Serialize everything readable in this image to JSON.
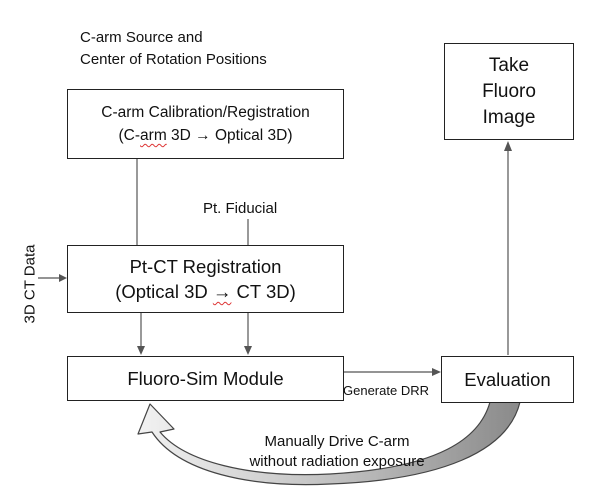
{
  "source_label": {
    "line1": "C-arm Source and",
    "line2": "Center of Rotation Positions"
  },
  "calibration_box": {
    "line1": "C-arm Calibration/Registration",
    "line2_pre": "(C-",
    "line2_sq": "arm",
    "line2_post": " 3D → Optical 3D)"
  },
  "fiducial_label": "Pt. Fiducial",
  "ct_data_label": "3D CT Data",
  "registration_box": {
    "line1": "Pt-CT Registration",
    "line2_pre": "(Optical 3D ",
    "line2_sq": "→",
    "line2_post": " CT 3D)"
  },
  "fluoro_sim_box": "Fluoro-Sim Module",
  "generate_drr_label": "Generate DRR",
  "evaluation_box": "Evaluation",
  "take_fluoro_box": {
    "line1": "Take",
    "line2": "Fluoro",
    "line3": "Image"
  },
  "loop_label": {
    "line1": "Manually Drive C-arm",
    "line2": "without radiation exposure"
  }
}
